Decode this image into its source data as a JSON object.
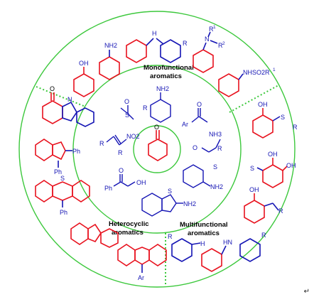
{
  "colors": {
    "ring": "#3cc83c",
    "product": "#e8121e",
    "reagent": "#1414b4",
    "label": "#000000"
  },
  "sections": {
    "monofunctional": {
      "line1": "Monofunctional",
      "line2": "aromatics"
    },
    "heterocyclic": {
      "line1": "Heterocyclic",
      "line2": "aromatics"
    },
    "multifunctional": {
      "line1": "Multifunctional",
      "line2": "aromatics"
    }
  },
  "atoms": {
    "oh": "OH",
    "nh2": "NH2",
    "nh": "H",
    "n": "N",
    "r1": "R",
    "r2": "R",
    "sup1": "1",
    "sup2": "2",
    "nhso2r": "NHSO2R",
    "sme": "S",
    "no2": "NO2",
    "nh3": "NH3",
    "s": "S",
    "o": "O",
    "ph": "Ph",
    "ar": "Ar",
    "sr": "S",
    "hn": "HN",
    "nhAr": "H"
  },
  "corner_mark": "↵"
}
